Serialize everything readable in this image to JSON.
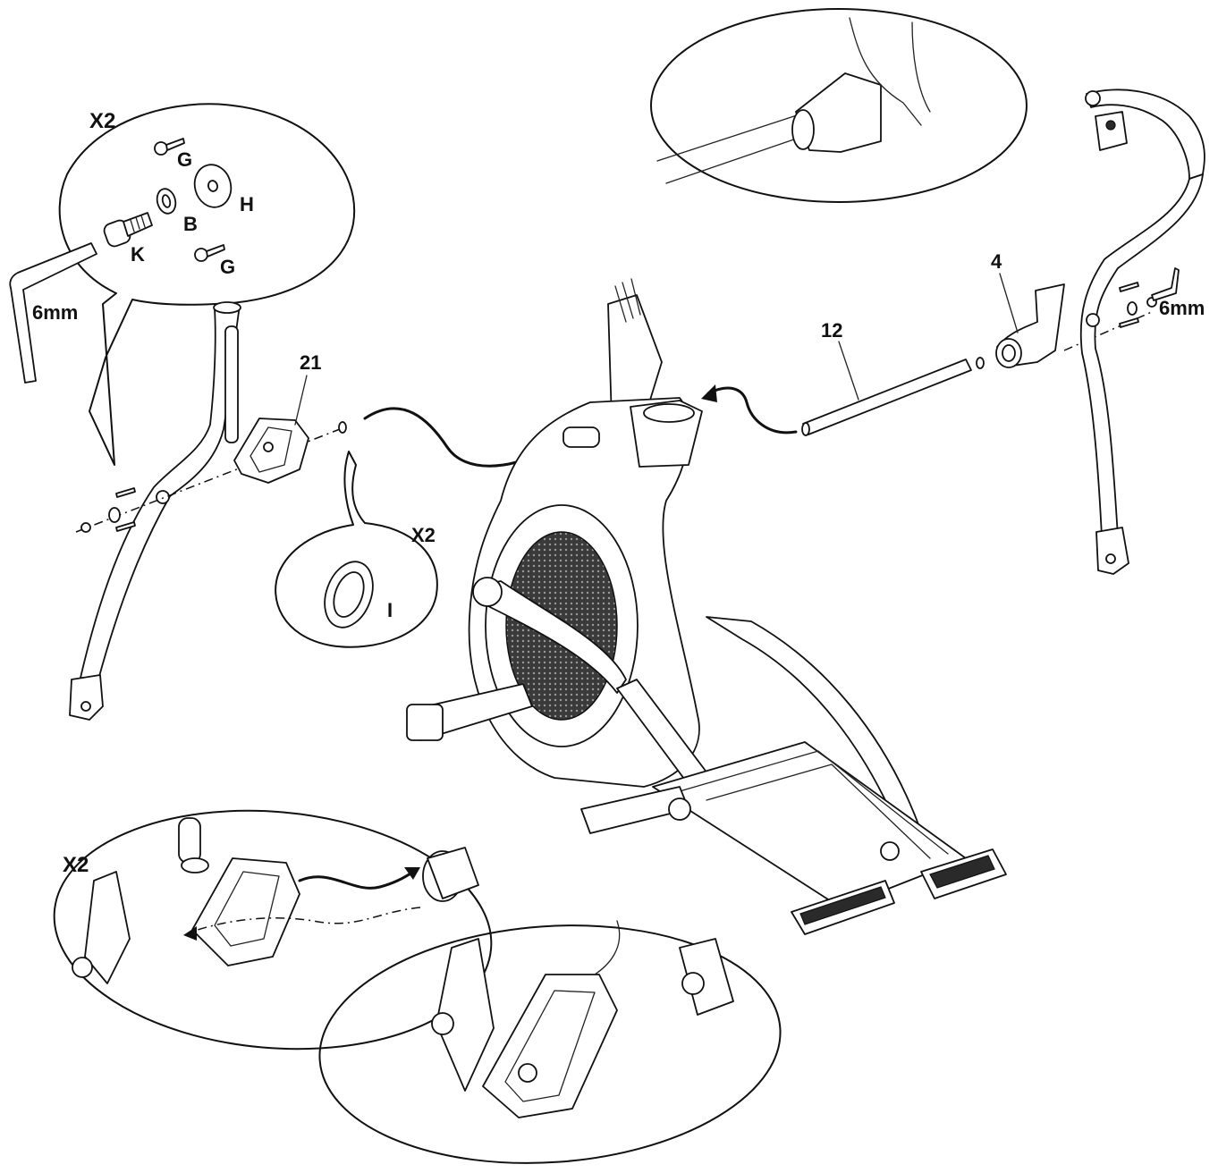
{
  "labels": {
    "left_qty": "X2",
    "left_tool": "6mm",
    "right_tool": "6mm",
    "part_g_top": "G",
    "part_g_bottom": "G",
    "part_h": "H",
    "part_b": "B",
    "part_k": "K",
    "part_21": "21",
    "part_12": "12",
    "part_4": "4",
    "washer_qty": "X2",
    "part_i": "I",
    "bottom_qty": "X2"
  },
  "colors": {
    "ink": "#111111",
    "paper": "#ffffff",
    "mesh": "#2a2a2a"
  }
}
